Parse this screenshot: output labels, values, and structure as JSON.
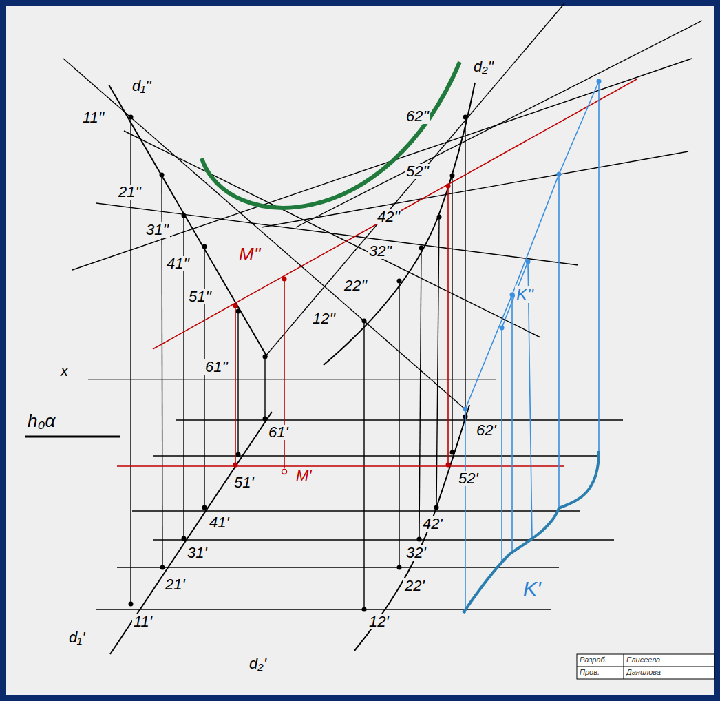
{
  "diagram": {
    "labels": [
      "d₁''",
      "11''",
      "21''",
      "31''",
      "41''",
      "51''",
      "61''",
      "12''",
      "22''",
      "32''",
      "42''",
      "52''",
      "62''",
      "d₂''",
      "M''",
      "K''",
      "x",
      "h₀α",
      "61'",
      "51'",
      "M'",
      "41'",
      "31'",
      "21'",
      "11'",
      "d₁'",
      "62'",
      "52'",
      "42'",
      "32'",
      "22'",
      "12'",
      "d₂'",
      "K'",
      "Разраб.",
      "Елисеева",
      "Пров.",
      "Данилова"
    ]
  }
}
